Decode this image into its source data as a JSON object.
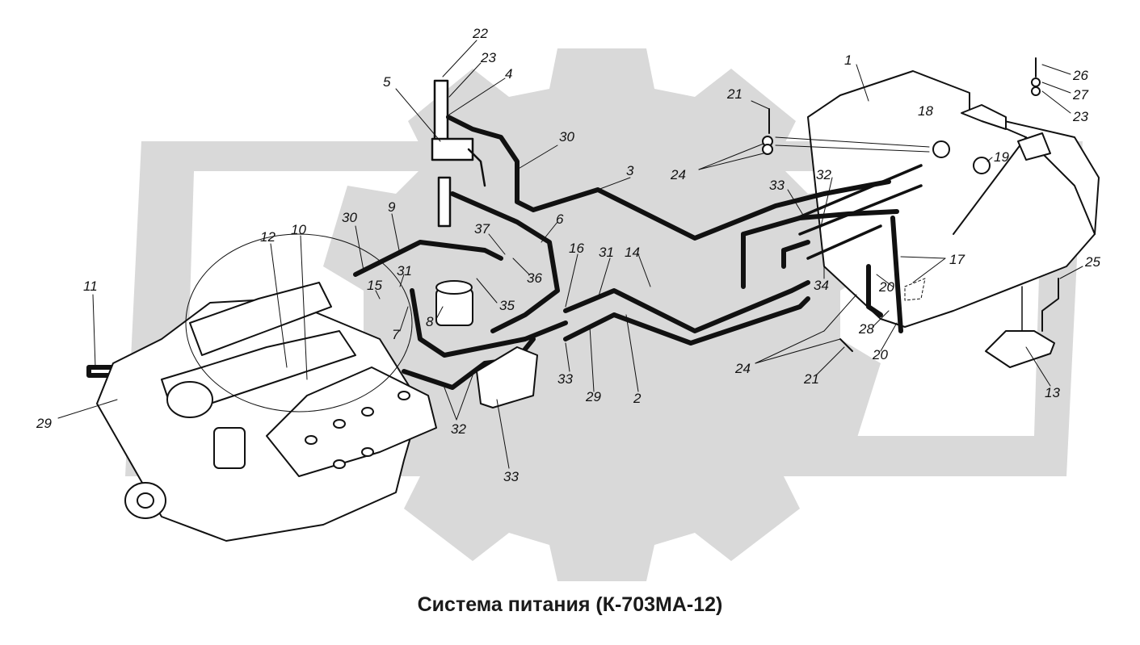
{
  "caption": "Система питания (К-703МА-12)",
  "colors": {
    "watermark": "#d9d9d9",
    "line": "#111111",
    "background": "#ffffff"
  },
  "callouts": [
    {
      "id": "c22",
      "text": "22"
    },
    {
      "id": "c23a",
      "text": "23"
    },
    {
      "id": "c4",
      "text": "4"
    },
    {
      "id": "c5",
      "text": "5"
    },
    {
      "id": "c30a",
      "text": "30"
    },
    {
      "id": "c3",
      "text": "3"
    },
    {
      "id": "c21a",
      "text": "21"
    },
    {
      "id": "c24a",
      "text": "24"
    },
    {
      "id": "c1",
      "text": "1"
    },
    {
      "id": "c18",
      "text": "18"
    },
    {
      "id": "c19",
      "text": "19"
    },
    {
      "id": "c26",
      "text": "26"
    },
    {
      "id": "c27",
      "text": "27"
    },
    {
      "id": "c23b",
      "text": "23"
    },
    {
      "id": "c33a",
      "text": "33"
    },
    {
      "id": "c32a",
      "text": "32"
    },
    {
      "id": "c9",
      "text": "9"
    },
    {
      "id": "c6",
      "text": "6"
    },
    {
      "id": "c37",
      "text": "37"
    },
    {
      "id": "c30b",
      "text": "30"
    },
    {
      "id": "c10",
      "text": "10"
    },
    {
      "id": "c12",
      "text": "12"
    },
    {
      "id": "c15",
      "text": "15"
    },
    {
      "id": "c31a",
      "text": "31"
    },
    {
      "id": "c16",
      "text": "16"
    },
    {
      "id": "c31b",
      "text": "31"
    },
    {
      "id": "c14",
      "text": "14"
    },
    {
      "id": "c36",
      "text": "36"
    },
    {
      "id": "c35",
      "text": "35"
    },
    {
      "id": "c8",
      "text": "8"
    },
    {
      "id": "c7",
      "text": "7"
    },
    {
      "id": "c11",
      "text": "11"
    },
    {
      "id": "c34",
      "text": "34"
    },
    {
      "id": "c17",
      "text": "17"
    },
    {
      "id": "c20a",
      "text": "20"
    },
    {
      "id": "c25",
      "text": "25"
    },
    {
      "id": "c28",
      "text": "28"
    },
    {
      "id": "c20b",
      "text": "20"
    },
    {
      "id": "c24b",
      "text": "24"
    },
    {
      "id": "c21b",
      "text": "21"
    },
    {
      "id": "c33b",
      "text": "33"
    },
    {
      "id": "c29a",
      "text": "29"
    },
    {
      "id": "c2",
      "text": "2"
    },
    {
      "id": "c13",
      "text": "13"
    },
    {
      "id": "c29b",
      "text": "29"
    },
    {
      "id": "c32b",
      "text": "32"
    },
    {
      "id": "c33c",
      "text": "33"
    }
  ]
}
